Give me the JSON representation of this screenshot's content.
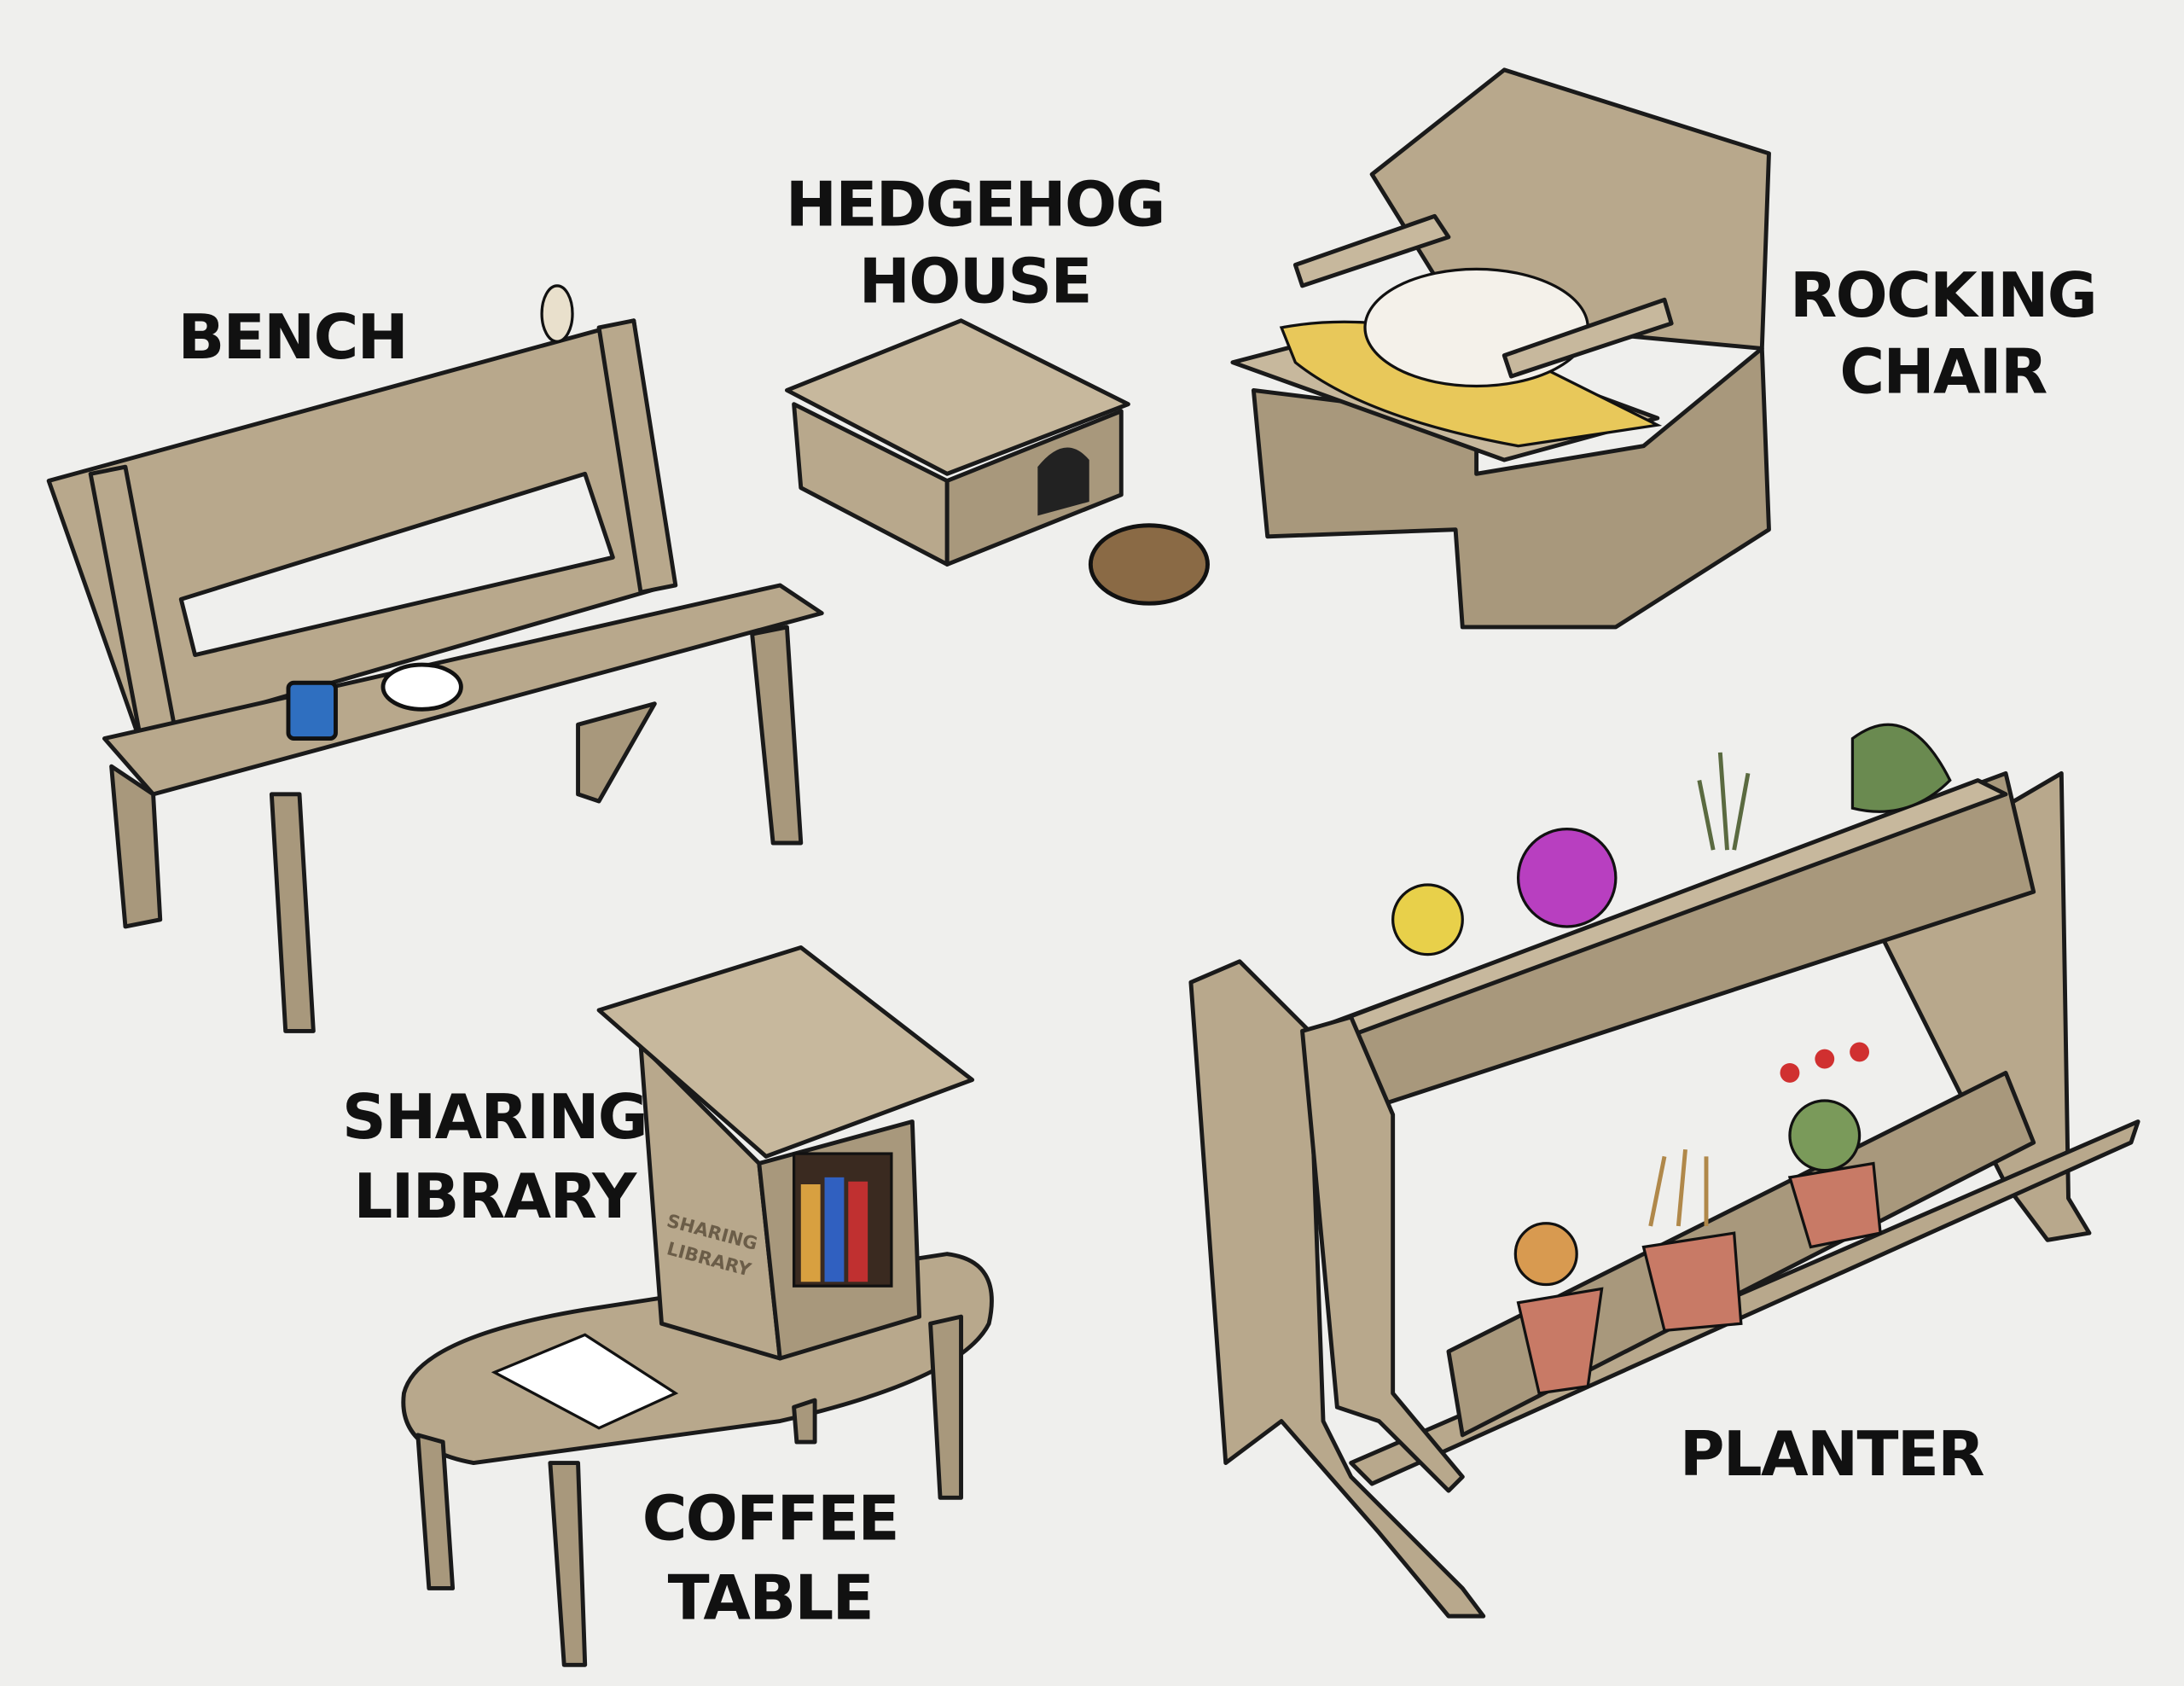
{
  "labels": {
    "bench": "BENCH",
    "hedgehog_house": [
      "HEDGEHOG",
      "HOUSE"
    ],
    "rocking_chair": [
      "ROCKING",
      "CHAIR"
    ],
    "sharing_library": [
      "SHARING",
      "LIBRARY"
    ],
    "coffee_table": [
      "COFFEE",
      "TABLE"
    ],
    "planter": "PLANTER"
  },
  "library_box_text": [
    "SHARING",
    "LIBRARY"
  ],
  "colors": {
    "background": "#efefed",
    "wood": "#b8a88c",
    "mug": "#2f6fc0",
    "flowers_magenta": "#b83fc0",
    "flowers_yellow": "#e8d04a",
    "pot": "#c87a66",
    "cushion": "#e8c85a"
  }
}
